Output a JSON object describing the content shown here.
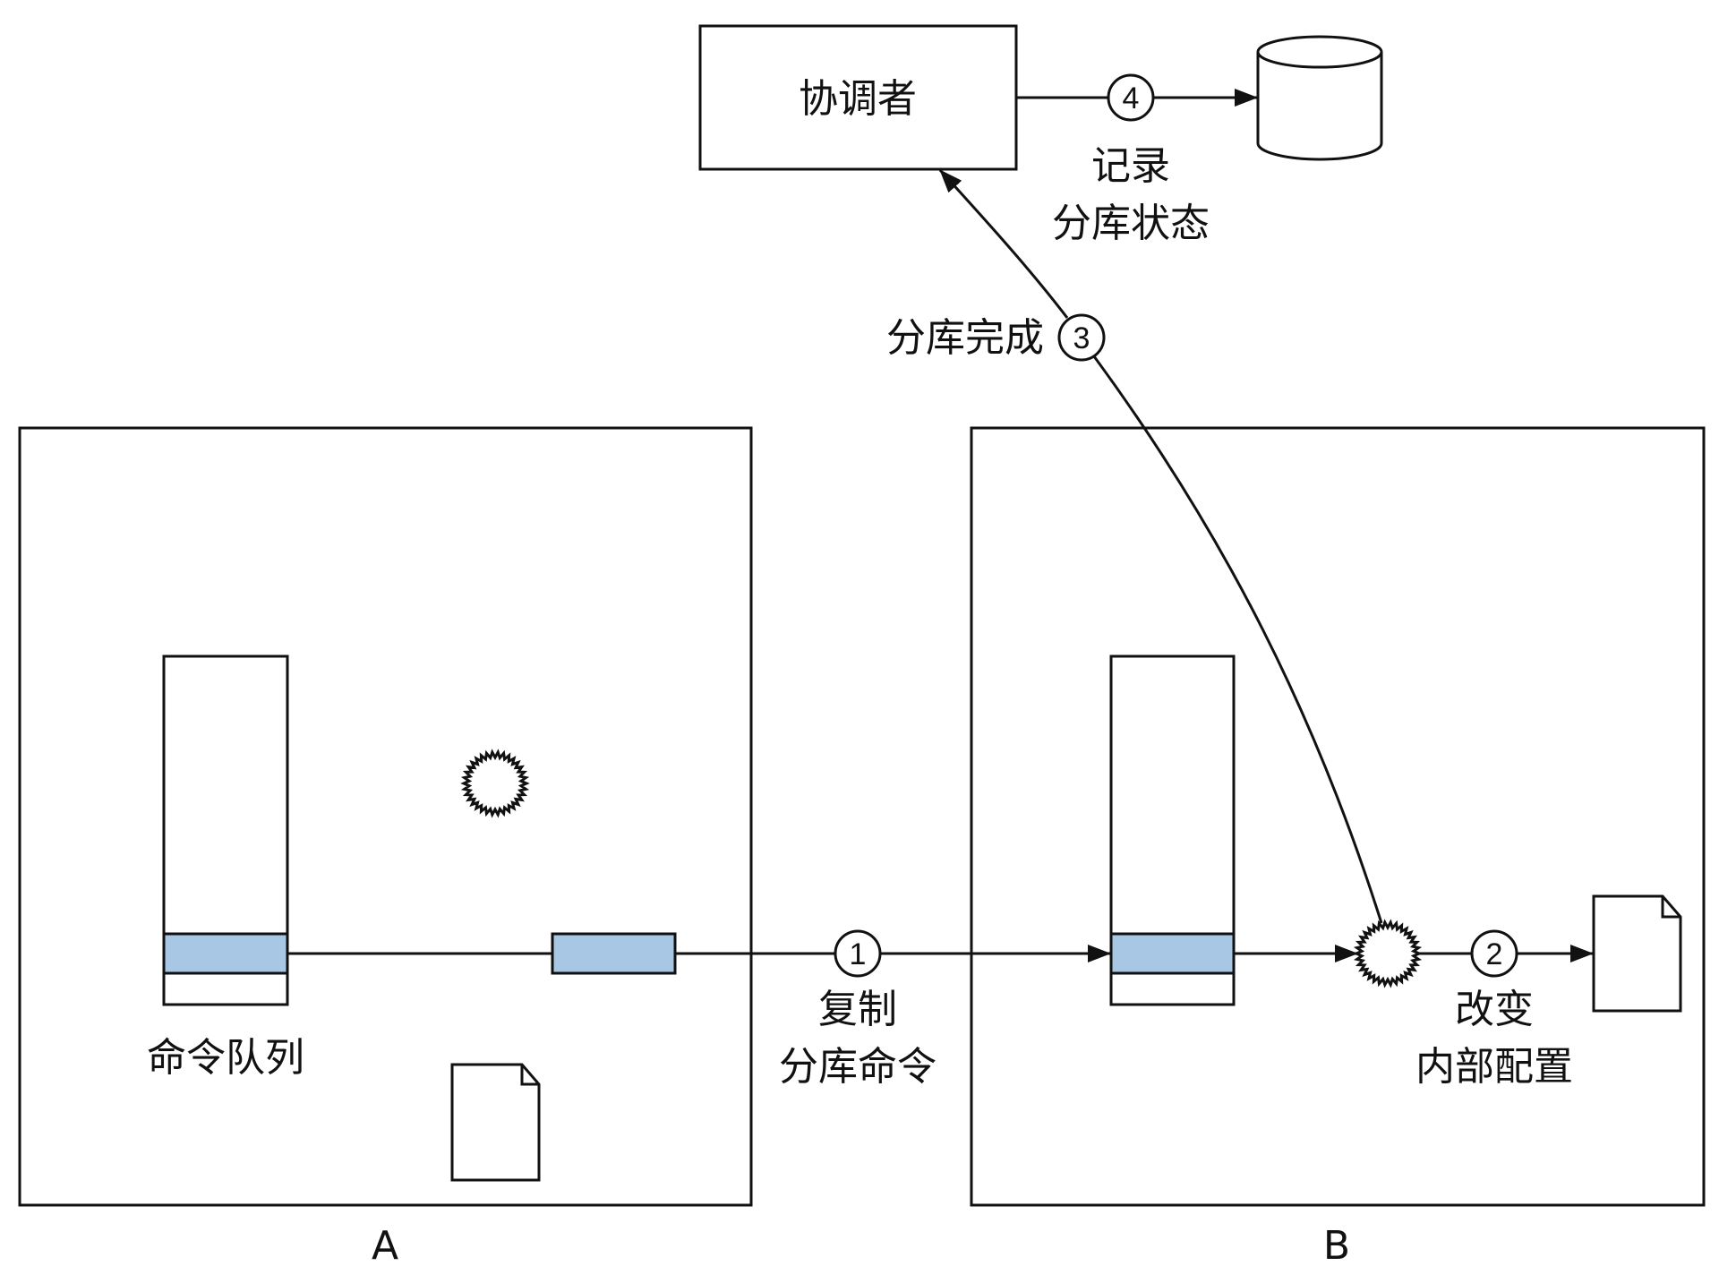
{
  "diagram": {
    "coordinator": {
      "label": "协调者"
    },
    "node_a": {
      "label": "A",
      "queue_label": "命令队列"
    },
    "node_b": {
      "label": "B"
    },
    "steps": [
      {
        "number": "1",
        "label_lines": [
          "复制",
          "分库命令"
        ]
      },
      {
        "number": "2",
        "label_lines": [
          "改变",
          "内部配置"
        ]
      },
      {
        "number": "3",
        "label_lines": [
          "分库完成"
        ]
      },
      {
        "number": "4",
        "label_lines": [
          "记录",
          "分库状态"
        ]
      }
    ],
    "colors": {
      "queue_item": "#a7c7e5",
      "stroke": "#111111",
      "background": "#ffffff"
    }
  }
}
